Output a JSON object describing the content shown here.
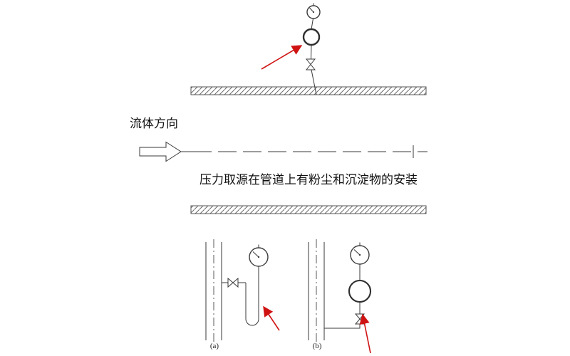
{
  "diagram": {
    "title": "压力取源在管道上有粉尘和沉淀物的安装",
    "flow_direction_label": "流体方向",
    "figure_a_label": "(a)",
    "figure_b_label": "(b)",
    "components": {
      "top_assembly": [
        "pressure-gauge",
        "ring-siphon",
        "valve",
        "tapping-nozzle"
      ],
      "figure_a": [
        "shut-off-valve",
        "u-siphon",
        "pressure-gauge"
      ],
      "figure_b": [
        "pressure-gauge",
        "ring-siphon",
        "shut-off-valve"
      ]
    },
    "colors": {
      "line": "#3a3a3a",
      "hatch": "#6a6a6a",
      "red_arrow": "#cf1313",
      "background": "#ffffff",
      "text": "#111111"
    }
  }
}
